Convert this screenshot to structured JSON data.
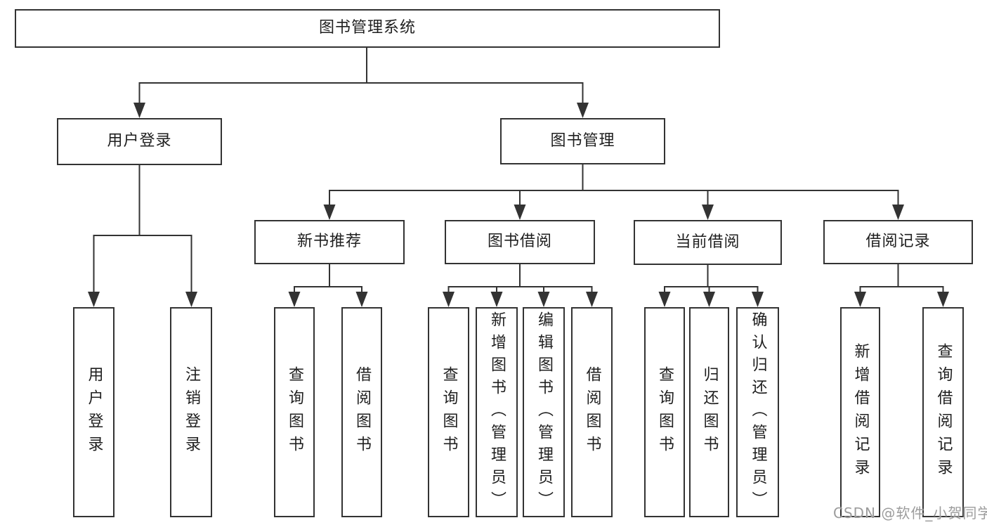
{
  "diagram": {
    "root": {
      "label": "图书管理系统"
    },
    "branches": [
      {
        "label": "用户登录",
        "children": [
          {
            "label": "用户登录"
          },
          {
            "label": "注销登录"
          }
        ]
      },
      {
        "label": "图书管理",
        "children": [
          {
            "label": "新书推荐",
            "children": [
              {
                "label": "查询图书"
              },
              {
                "label": "借阅图书"
              }
            ]
          },
          {
            "label": "图书借阅",
            "children": [
              {
                "label": "查询图书"
              },
              {
                "label": "新增图书（管理员）"
              },
              {
                "label": "编辑图书（管理员）"
              },
              {
                "label": "借阅图书"
              }
            ]
          },
          {
            "label": "当前借阅",
            "children": [
              {
                "label": "查询图书"
              },
              {
                "label": "归还图书"
              },
              {
                "label": "确认归还（管理员）"
              }
            ]
          },
          {
            "label": "借阅记录",
            "children": [
              {
                "label": "新增借阅记录"
              },
              {
                "label": "查询借阅记录"
              }
            ]
          }
        ]
      }
    ]
  },
  "watermark": {
    "text": "CSDN @软件_小贺同学",
    "color": "#9c9c9c"
  },
  "colors": {
    "line": "#333333",
    "box_border": "#333333",
    "text": "#1f1f1f",
    "background": "#ffffff"
  }
}
